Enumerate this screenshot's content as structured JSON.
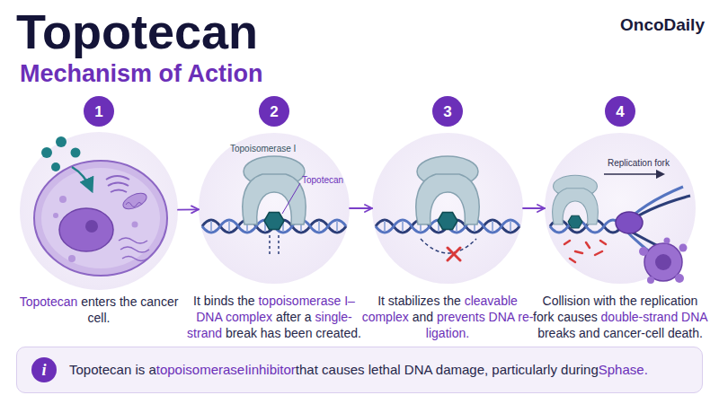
{
  "diagram": {
    "title": "Topotecan",
    "nodes": [
      {
        "text": [
          "1"
        ]
      },
      {
        "text": [
          "Topotecan enters the cancer cell."
        ]
      },
      {
        "text": [
          "2"
        ]
      },
      {
        "text": [
          "It binds the topoisomerase I–DNA complex after a single-strand break has been created."
        ]
      },
      {
        "text": [
          "3"
        ]
      },
      {
        "text": [
          "It stabilizes the cleavable complex and prevents DNA re-ligation."
        ]
      },
      {
        "text": [
          "4"
        ]
      },
      {
        "text": [
          "Collision with the replication fork causes double-strand DNA breaks and cancer-cell death."
        ]
      },
      {
        "text": [
          "Topotecan is a topoisomerase I inhibitor that causes lethal DNA damage, particularly during S phase."
        ]
      },
      {
        "text": [
          "i"
        ],
        "in": 8
      }
    ],
    "edges": [
      {
        "from": 1,
        "to": 3,
        "arrow": "to"
      },
      {
        "from": 3,
        "to": 5,
        "arrow": "to"
      },
      {
        "from": 5,
        "to": 7,
        "arrow": "to"
      }
    ],
    "labels": [
      "Mechanism of Action",
      "OncoDaily",
      "Topoisomerase I",
      "Topotecan",
      "Replication fork"
    ]
  }
}
